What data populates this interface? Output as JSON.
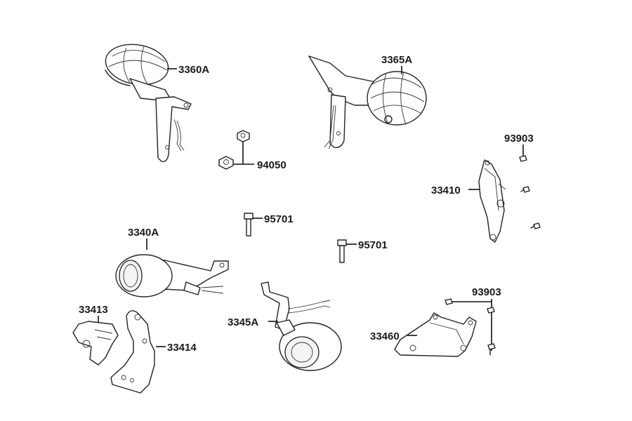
{
  "labels": {
    "l3360A": "3360A",
    "l3365A": "3365A",
    "l94050": "94050",
    "l93903a": "93903",
    "l33410": "33410",
    "l95701a": "95701",
    "l95701b": "95701",
    "l3340A": "3340A",
    "l33413": "33413",
    "l33414": "33414",
    "l3345A": "3345A",
    "l93903b": "93903",
    "l33460": "33460"
  }
}
